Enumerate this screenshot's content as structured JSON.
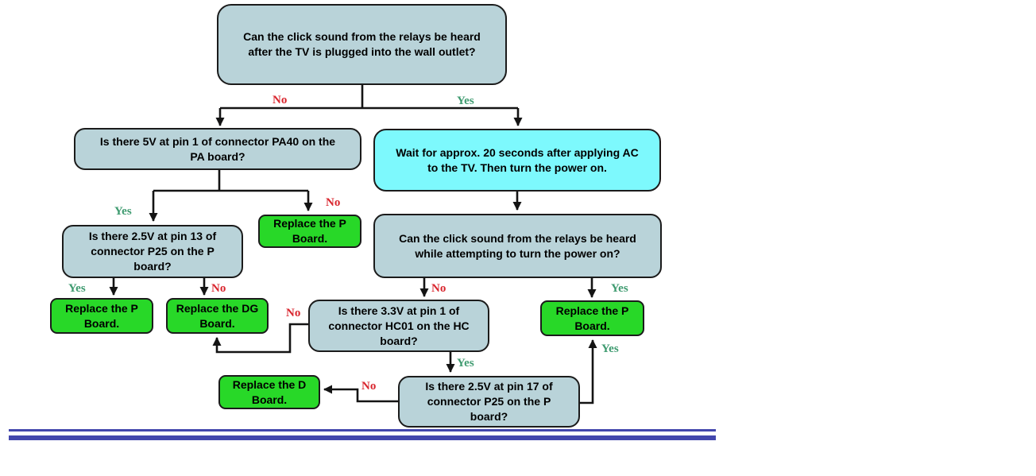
{
  "labels": {
    "yes": "Yes",
    "no": "No"
  },
  "nodes": {
    "relay_after_plug": {
      "type": "question",
      "text": "Can the click sound from the relays be heard\nafter the TV is plugged into the wall outlet?"
    },
    "pa40_5v": {
      "type": "question",
      "text": "Is there 5V at pin 1 of connector PA40 on the\nPA board?"
    },
    "wait_20s": {
      "type": "instruction",
      "text": "Wait for approx. 20 seconds after applying AC\nto the TV. Then turn the power on."
    },
    "p25_pin13": {
      "type": "question",
      "text": "Is there 2.5V at pin 13 of\nconnector P25 on the P\nboard?"
    },
    "replace_p_1": {
      "type": "action",
      "text": "Replace the P\nBoard."
    },
    "replace_p_2": {
      "type": "action",
      "text": "Replace the P\nBoard."
    },
    "replace_dg": {
      "type": "action",
      "text": "Replace the DG\nBoard."
    },
    "relay_power_on": {
      "type": "question",
      "text": "Can the click sound from the relays be heard\nwhile attempting to turn the power on?"
    },
    "hc01_3v3": {
      "type": "question",
      "text": "Is there 3.3V at pin 1 of\nconnector HC01 on the HC\nboard?"
    },
    "replace_p_3": {
      "type": "action",
      "text": "Replace the P\nBoard."
    },
    "p25_pin17": {
      "type": "question",
      "text": "Is there 2.5V at pin 17 of\nconnector P25 on the P\nboard?"
    },
    "replace_d": {
      "type": "action",
      "text": "Replace the D\nBoard."
    }
  },
  "edges": [
    {
      "from": "relay_after_plug",
      "to": "pa40_5v",
      "label": "No"
    },
    {
      "from": "relay_after_plug",
      "to": "wait_20s",
      "label": "Yes"
    },
    {
      "from": "pa40_5v",
      "to": "p25_pin13",
      "label": "Yes"
    },
    {
      "from": "pa40_5v",
      "to": "replace_p_1",
      "label": "No"
    },
    {
      "from": "p25_pin13",
      "to": "replace_p_2",
      "label": "Yes"
    },
    {
      "from": "p25_pin13",
      "to": "replace_dg",
      "label": "No"
    },
    {
      "from": "wait_20s",
      "to": "relay_power_on",
      "label": ""
    },
    {
      "from": "relay_power_on",
      "to": "hc01_3v3",
      "label": "No"
    },
    {
      "from": "relay_power_on",
      "to": "replace_p_3",
      "label": "Yes"
    },
    {
      "from": "hc01_3v3",
      "to": "replace_dg",
      "label": "No"
    },
    {
      "from": "hc01_3v3",
      "to": "p25_pin17",
      "label": "Yes"
    },
    {
      "from": "p25_pin17",
      "to": "replace_d",
      "label": "No"
    },
    {
      "from": "p25_pin17",
      "to": "replace_p_3",
      "label": "Yes"
    }
  ],
  "colors": {
    "question_fill": "#b9d3d9",
    "instruction_fill": "#7df9fd",
    "action_fill": "#28d828",
    "yes_label": "#3f9b70",
    "no_label": "#d9262e",
    "connector": "#141414",
    "divider": "#4347ad"
  }
}
